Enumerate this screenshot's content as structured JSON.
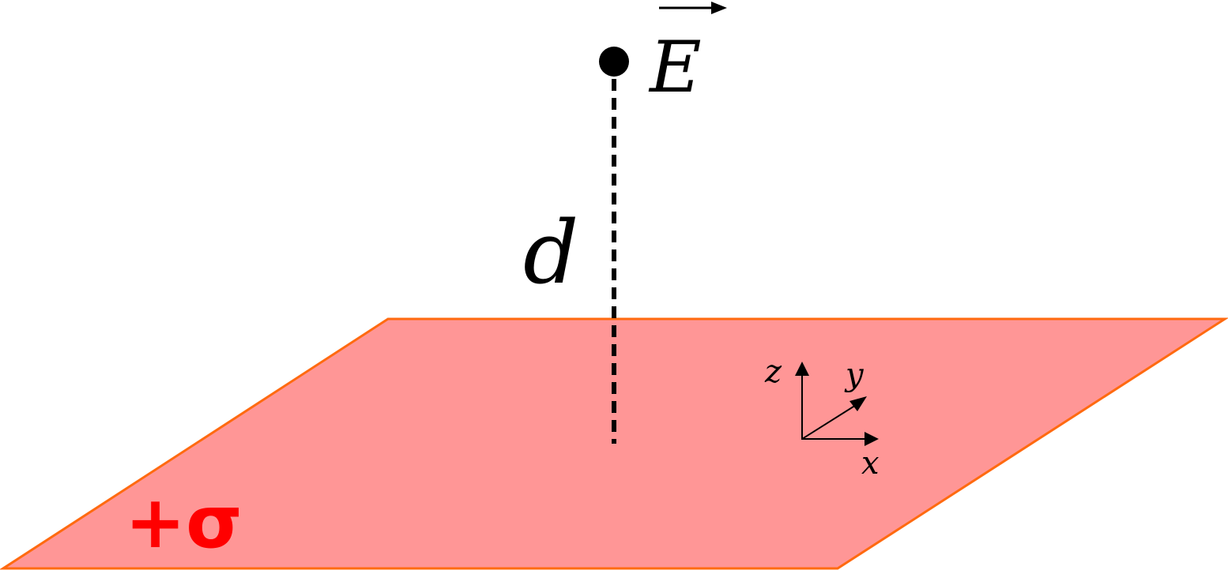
{
  "diagram": {
    "field_label": "E",
    "distance_label": "d",
    "charge_label": "+σ",
    "axes": {
      "x": "x",
      "y": "y",
      "z": "z"
    }
  },
  "colors": {
    "plane_fill": "#ff9696",
    "plane_edge": "#ff6a10",
    "charge_text": "#ff0000",
    "ink": "#000000"
  }
}
